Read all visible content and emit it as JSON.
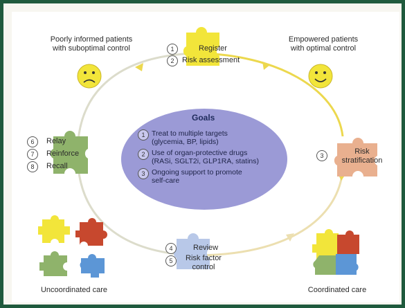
{
  "top_left_label": [
    "Poorly informed patients",
    "with suboptimal control"
  ],
  "top_right_label": [
    "Empowered patients",
    "with optimal control"
  ],
  "steps": {
    "s1": {
      "num": "1",
      "label": "Register"
    },
    "s2": {
      "num": "2",
      "label": "Risk assessment"
    },
    "s3": {
      "num": "3",
      "label": "Risk stratification"
    },
    "s4": {
      "num": "4",
      "label": "Review"
    },
    "s5": {
      "num": "5",
      "label": "Risk factor control"
    },
    "s6": {
      "num": "6",
      "label": "Relay"
    },
    "s7": {
      "num": "7",
      "label": "Reinforce"
    },
    "s8": {
      "num": "8",
      "label": "Recall"
    }
  },
  "goals": {
    "title": "Goals",
    "items": [
      {
        "num": "1",
        "lines": [
          "Treat to multiple targets",
          "(glycemia, BP, lipids)"
        ]
      },
      {
        "num": "2",
        "lines": [
          "Use of organ-protective drugs",
          "(RASi, SGLT2i, GLP1RA, statins)"
        ]
      },
      {
        "num": "3",
        "lines": [
          "Ongoing support to promote",
          "self-care"
        ]
      }
    ]
  },
  "bottom_left_label": "Uncoordinated care",
  "bottom_right_label": "Coordinated care",
  "colors": {
    "frame": "#1f5a3d",
    "ellipse": "#9b9ad6",
    "arrow_left": "#d9d9c8",
    "arrow_right": "#e8d24a",
    "puzzle_yellow": "#f2e53a",
    "puzzle_green": "#8fb36b",
    "puzzle_peach": "#e9b08f",
    "puzzle_blue": "#b8c8e8",
    "piece_red": "#c7482e",
    "piece_blue": "#5c96d6"
  },
  "icons": [
    "sad-face-icon",
    "happy-face-icon",
    "puzzle-piece-icon"
  ]
}
